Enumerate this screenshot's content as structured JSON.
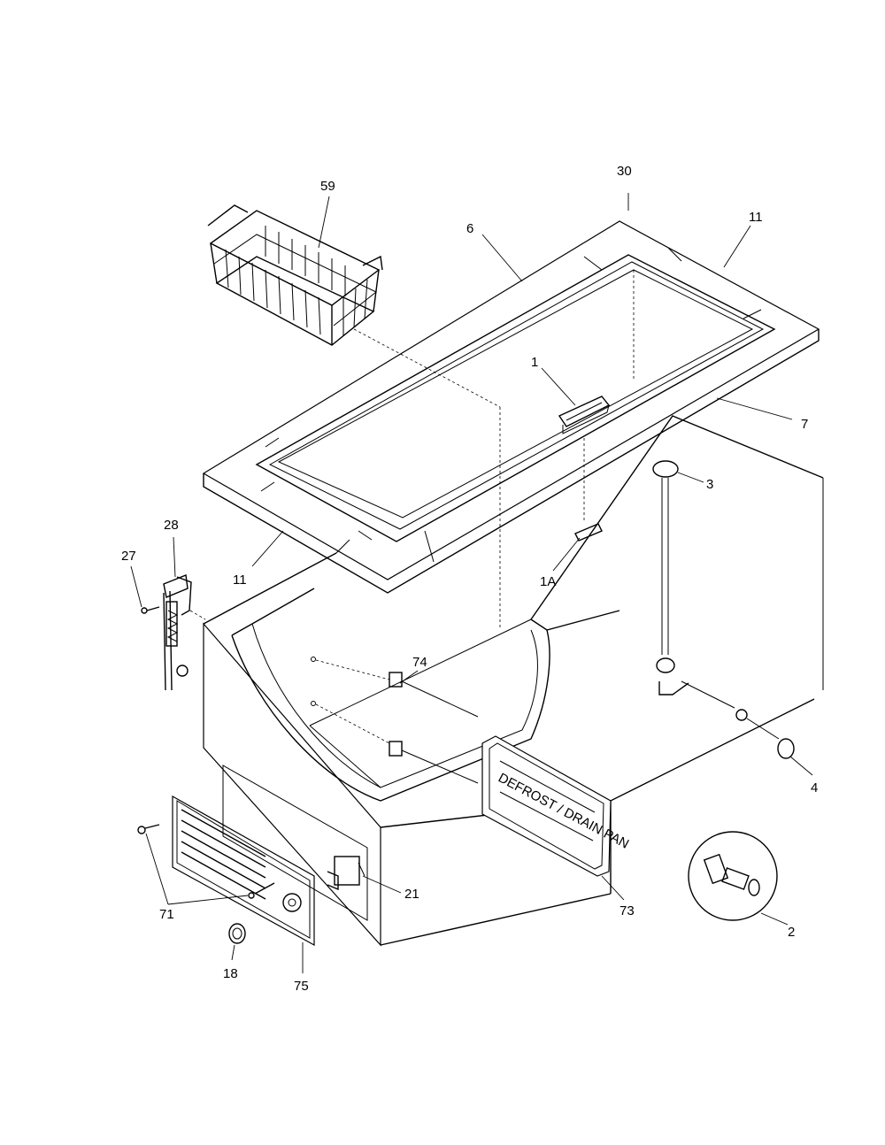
{
  "diagram": {
    "callouts": {
      "c30": "30",
      "c59": "59",
      "c6": "6",
      "c11a": "11",
      "c1": "1",
      "c7": "7",
      "c3": "3",
      "c28": "28",
      "c27": "27",
      "c11b": "11",
      "c1A": "1A",
      "c74": "74",
      "c4": "4",
      "c71": "71",
      "c21": "21",
      "c73": "73",
      "c2": "2",
      "c18": "18",
      "c75": "75"
    },
    "drain_plate_text": "DEFROST / DRAIN PAN"
  }
}
